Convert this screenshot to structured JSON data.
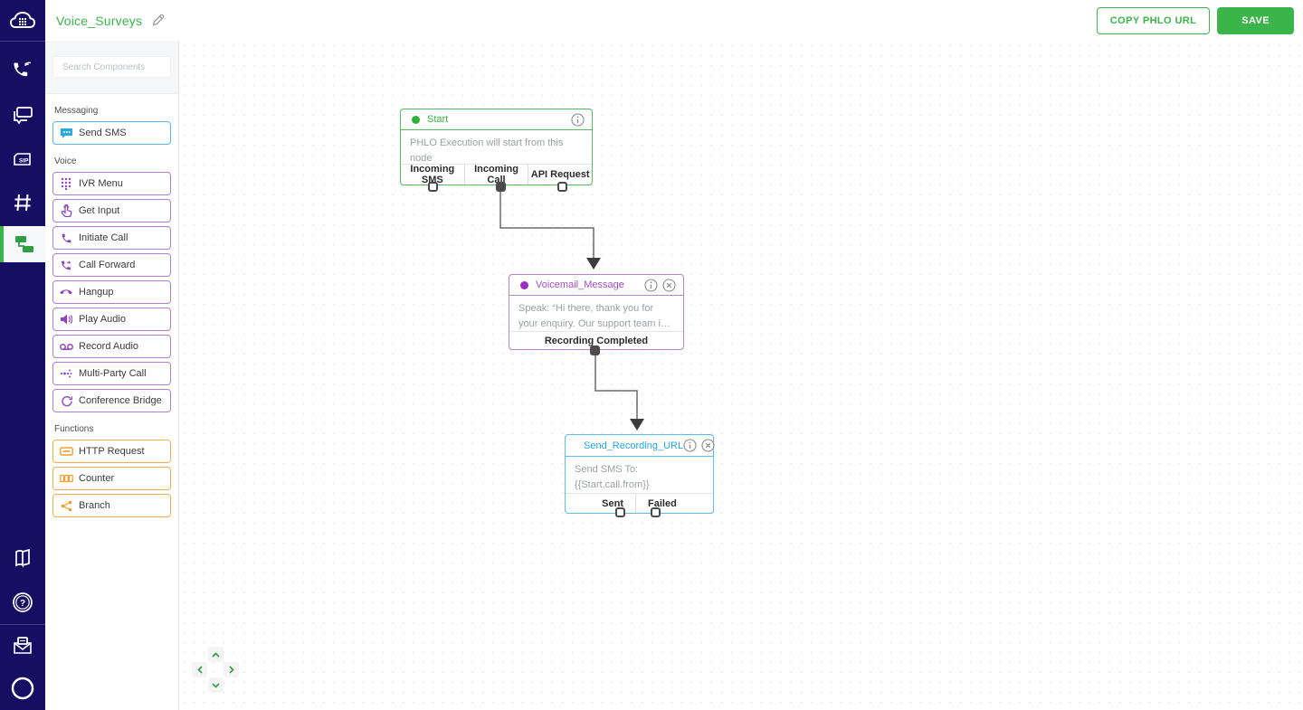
{
  "header": {
    "title": "Voice_Surveys",
    "copy_phlo_url_label": "COPY PHLO URL",
    "save_label": "SAVE"
  },
  "rail": {
    "items": [
      {
        "icon": "plivo-cloud-logo"
      },
      {
        "icon": "voice-phone-icon"
      },
      {
        "icon": "messaging-chat-icon"
      },
      {
        "icon": "sip-trunking-icon"
      },
      {
        "icon": "phone-numbers-icon"
      },
      {
        "icon": "phlo-flow-icon",
        "active": true
      },
      {
        "icon": "docs-book-icon"
      },
      {
        "icon": "help-question-icon"
      },
      {
        "icon": "feedback-inbox-icon"
      },
      {
        "icon": "account-circle-icon"
      }
    ]
  },
  "sidebar": {
    "search_placeholder": "Search Components",
    "sections": [
      {
        "label": "Messaging",
        "items": [
          {
            "label": "Send SMS",
            "icon": "sms-bubble-icon",
            "color": "#2aa8e0"
          }
        ]
      },
      {
        "label": "Voice",
        "items": [
          {
            "label": "IVR Menu",
            "icon": "dialpad-icon",
            "color": "#8f45c0"
          },
          {
            "label": "Get Input",
            "icon": "get-input-icon",
            "color": "#8f45c0"
          },
          {
            "label": "Initiate Call",
            "icon": "phone-icon",
            "color": "#8f45c0"
          },
          {
            "label": "Call Forward",
            "icon": "call-forward-icon",
            "color": "#8f45c0"
          },
          {
            "label": "Hangup",
            "icon": "hangup-icon",
            "color": "#8f45c0"
          },
          {
            "label": "Play Audio",
            "icon": "speaker-icon",
            "color": "#8f45c0"
          },
          {
            "label": "Record Audio",
            "icon": "voicemail-icon",
            "color": "#8f45c0"
          },
          {
            "label": "Multi-Party Call",
            "icon": "multi-party-icon",
            "color": "#8f45c0"
          },
          {
            "label": "Conference Bridge",
            "icon": "conference-icon",
            "color": "#8f45c0"
          }
        ]
      },
      {
        "label": "Functions",
        "items": [
          {
            "label": "HTTP Request",
            "icon": "http-request-icon",
            "color": "#efa02e"
          },
          {
            "label": "Counter",
            "icon": "counter-icon",
            "color": "#efa02e"
          },
          {
            "label": "Branch",
            "icon": "branch-icon",
            "color": "#efa02e"
          }
        ]
      }
    ]
  },
  "canvas": {
    "nodes": [
      {
        "name": "Start",
        "description": "PHLO Execution will start from this node",
        "outputs": [
          "Incoming SMS",
          "Incoming Call",
          "API Request"
        ],
        "color": "#3bb54a"
      },
      {
        "name": "Voicemail_Message",
        "description": "Speak: “Hi there, thank you for your enquiry. Our support team is currently n…",
        "outputs": [
          "Recording Completed"
        ],
        "color": "#a44fc6"
      },
      {
        "name": "Send_Recording_URL",
        "description": "Send SMS To: {{Start.call.from}}",
        "outputs": [
          "Sent",
          "Failed"
        ],
        "color": "#2ba6dc"
      }
    ]
  },
  "colors": {
    "accent_green": "#3bb54a",
    "rail_navy": "#150e62",
    "voice_purple": "#8f45c0",
    "messaging_blue": "#2aa8e0",
    "functions_orange": "#efa02e",
    "wire_gray": "#6b6b6b"
  }
}
